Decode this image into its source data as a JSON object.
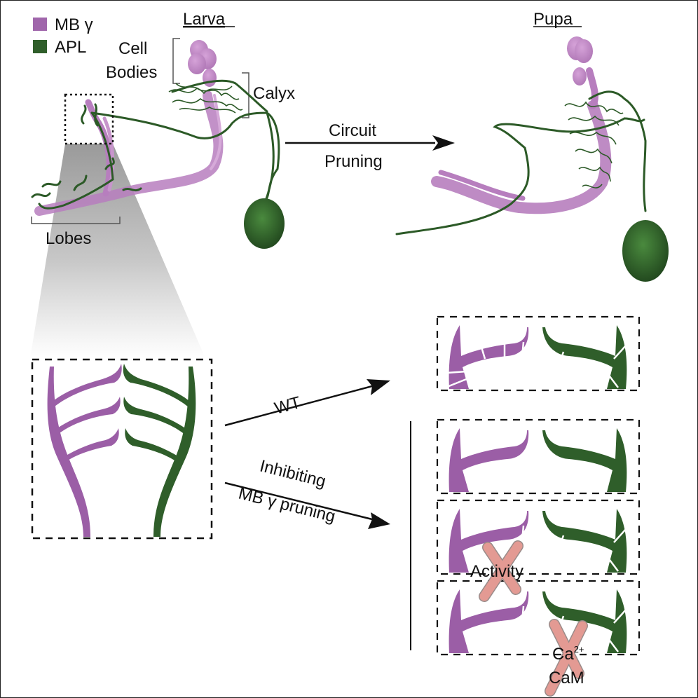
{
  "colors": {
    "mb_gamma": "#9b5ea6",
    "mb_gamma_light": "#c389c9",
    "apl": "#2f5e2a",
    "apl_dark": "#244a20",
    "cross": "#e39a93",
    "cross_edge": "#9a8c8a",
    "zoom_shade": "#b8b8b8"
  },
  "legend": {
    "items": [
      {
        "label": "MB γ",
        "color": "#a066ab"
      },
      {
        "label": "APL",
        "color": "#2f5e2a"
      }
    ]
  },
  "stages": {
    "larva": "Larva",
    "pupa": "Pupa"
  },
  "annotations": {
    "cell_bodies_1": "Cell",
    "cell_bodies_2": "Bodies",
    "calyx": "Calyx",
    "lobes": "Lobes"
  },
  "arrows": {
    "circuit_1": "Circuit",
    "circuit_2": "Pruning",
    "wt": "WT",
    "inhibit_1": "Inhibiting",
    "inhibit_2": "MB γ pruning"
  },
  "panels": {
    "activity": "Activity",
    "ca": "Ca",
    "ca_sup": "2+",
    "cam": "CaM"
  }
}
